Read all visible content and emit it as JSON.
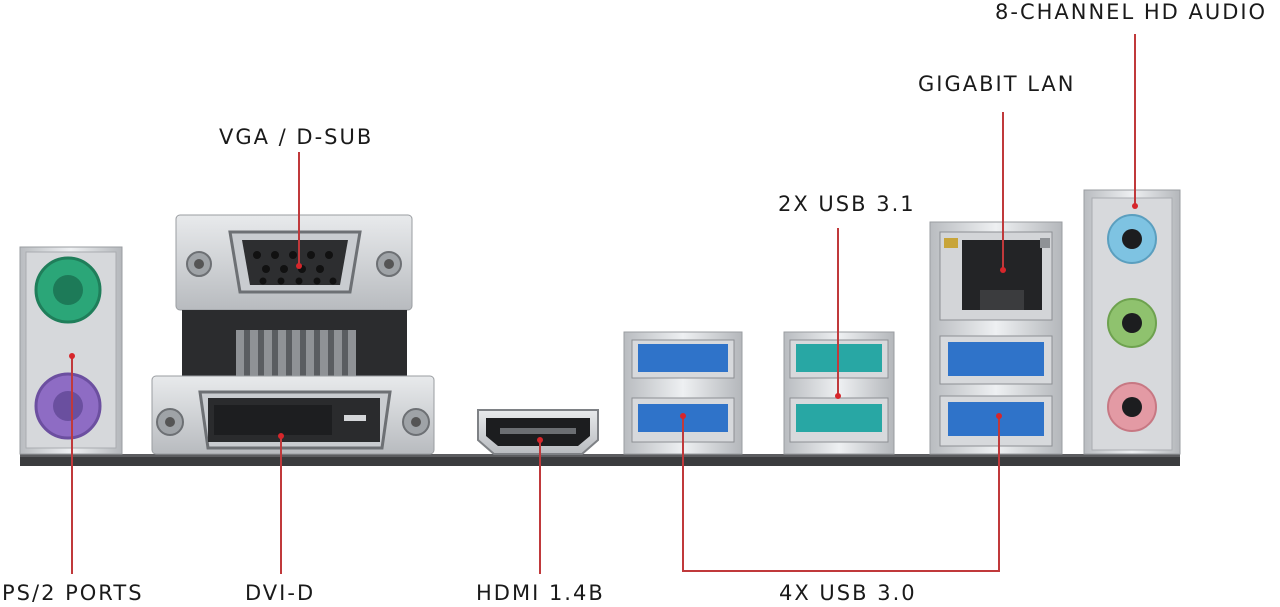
{
  "labels": {
    "audio": "8-CHANNEL HD AUDIO",
    "lan": "GIGABIT LAN",
    "vga": "VGA / D-SUB",
    "usb31": "2X USB 3.1",
    "ps2": "PS/2 PORTS",
    "dvi": "DVI-D",
    "hdmi": "HDMI 1.4B",
    "usb30": "4X USB 3.0"
  },
  "colors": {
    "ps2_keyboard": "#8e6cc4",
    "ps2_mouse": "#2ba678",
    "usb30": "#2f73c9",
    "usb31": "#28a7a4",
    "audio_line_in": "#7ec3e2",
    "audio_line_out": "#8fc26e",
    "audio_mic": "#e39aa4",
    "callout": "#c0393b"
  }
}
